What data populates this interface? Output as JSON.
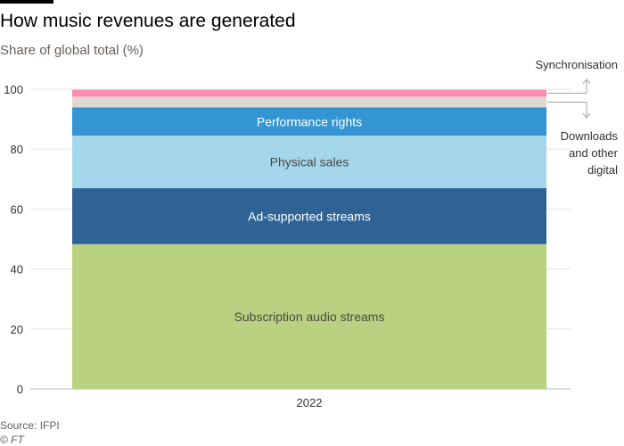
{
  "header": {
    "title": "How music revenues are generated",
    "subtitle": "Share of global total (%)"
  },
  "footer": {
    "source": "Source: IFPI",
    "credit": "© FT"
  },
  "colors": {
    "subscription": "#b8d282",
    "ad_supported": "#2f6396",
    "physical": "#a4d7eb",
    "performance": "#3395d3",
    "downloads": "#e0d8d0",
    "synchronisation": "#ff8ab3",
    "axis_text": "#33302e",
    "gridline": "#e8e3df"
  },
  "chart_data": {
    "type": "bar",
    "stacked": true,
    "categories": [
      "2022"
    ],
    "ylim": [
      0,
      100
    ],
    "yticks": [
      0,
      20,
      40,
      60,
      80,
      100
    ],
    "grid": true,
    "series": [
      {
        "name": "Subscription audio streams",
        "values": [
          48.3
        ],
        "color": "#b8d282",
        "label_color": "#4d4845"
      },
      {
        "name": "Ad-supported streams",
        "values": [
          18.7
        ],
        "color": "#2f6396",
        "label_color": "#ffffff"
      },
      {
        "name": "Physical sales",
        "values": [
          17.5
        ],
        "color": "#a4d7eb",
        "label_color": "#4d4845"
      },
      {
        "name": "Performance rights",
        "values": [
          9.4
        ],
        "color": "#3395d3",
        "label_color": "#ffffff"
      },
      {
        "name": "Downloads and other digital",
        "values": [
          3.6
        ],
        "color": "#e0d8d0",
        "label_color": "#4d4845"
      },
      {
        "name": "Synchronisation",
        "values": [
          2.3
        ],
        "color": "#ff8ab3",
        "label_color": "#4d4845"
      }
    ],
    "annotations": {
      "synchronisation": "Synchronisation",
      "downloads": [
        "Downloads",
        "and other",
        "digital"
      ]
    }
  }
}
